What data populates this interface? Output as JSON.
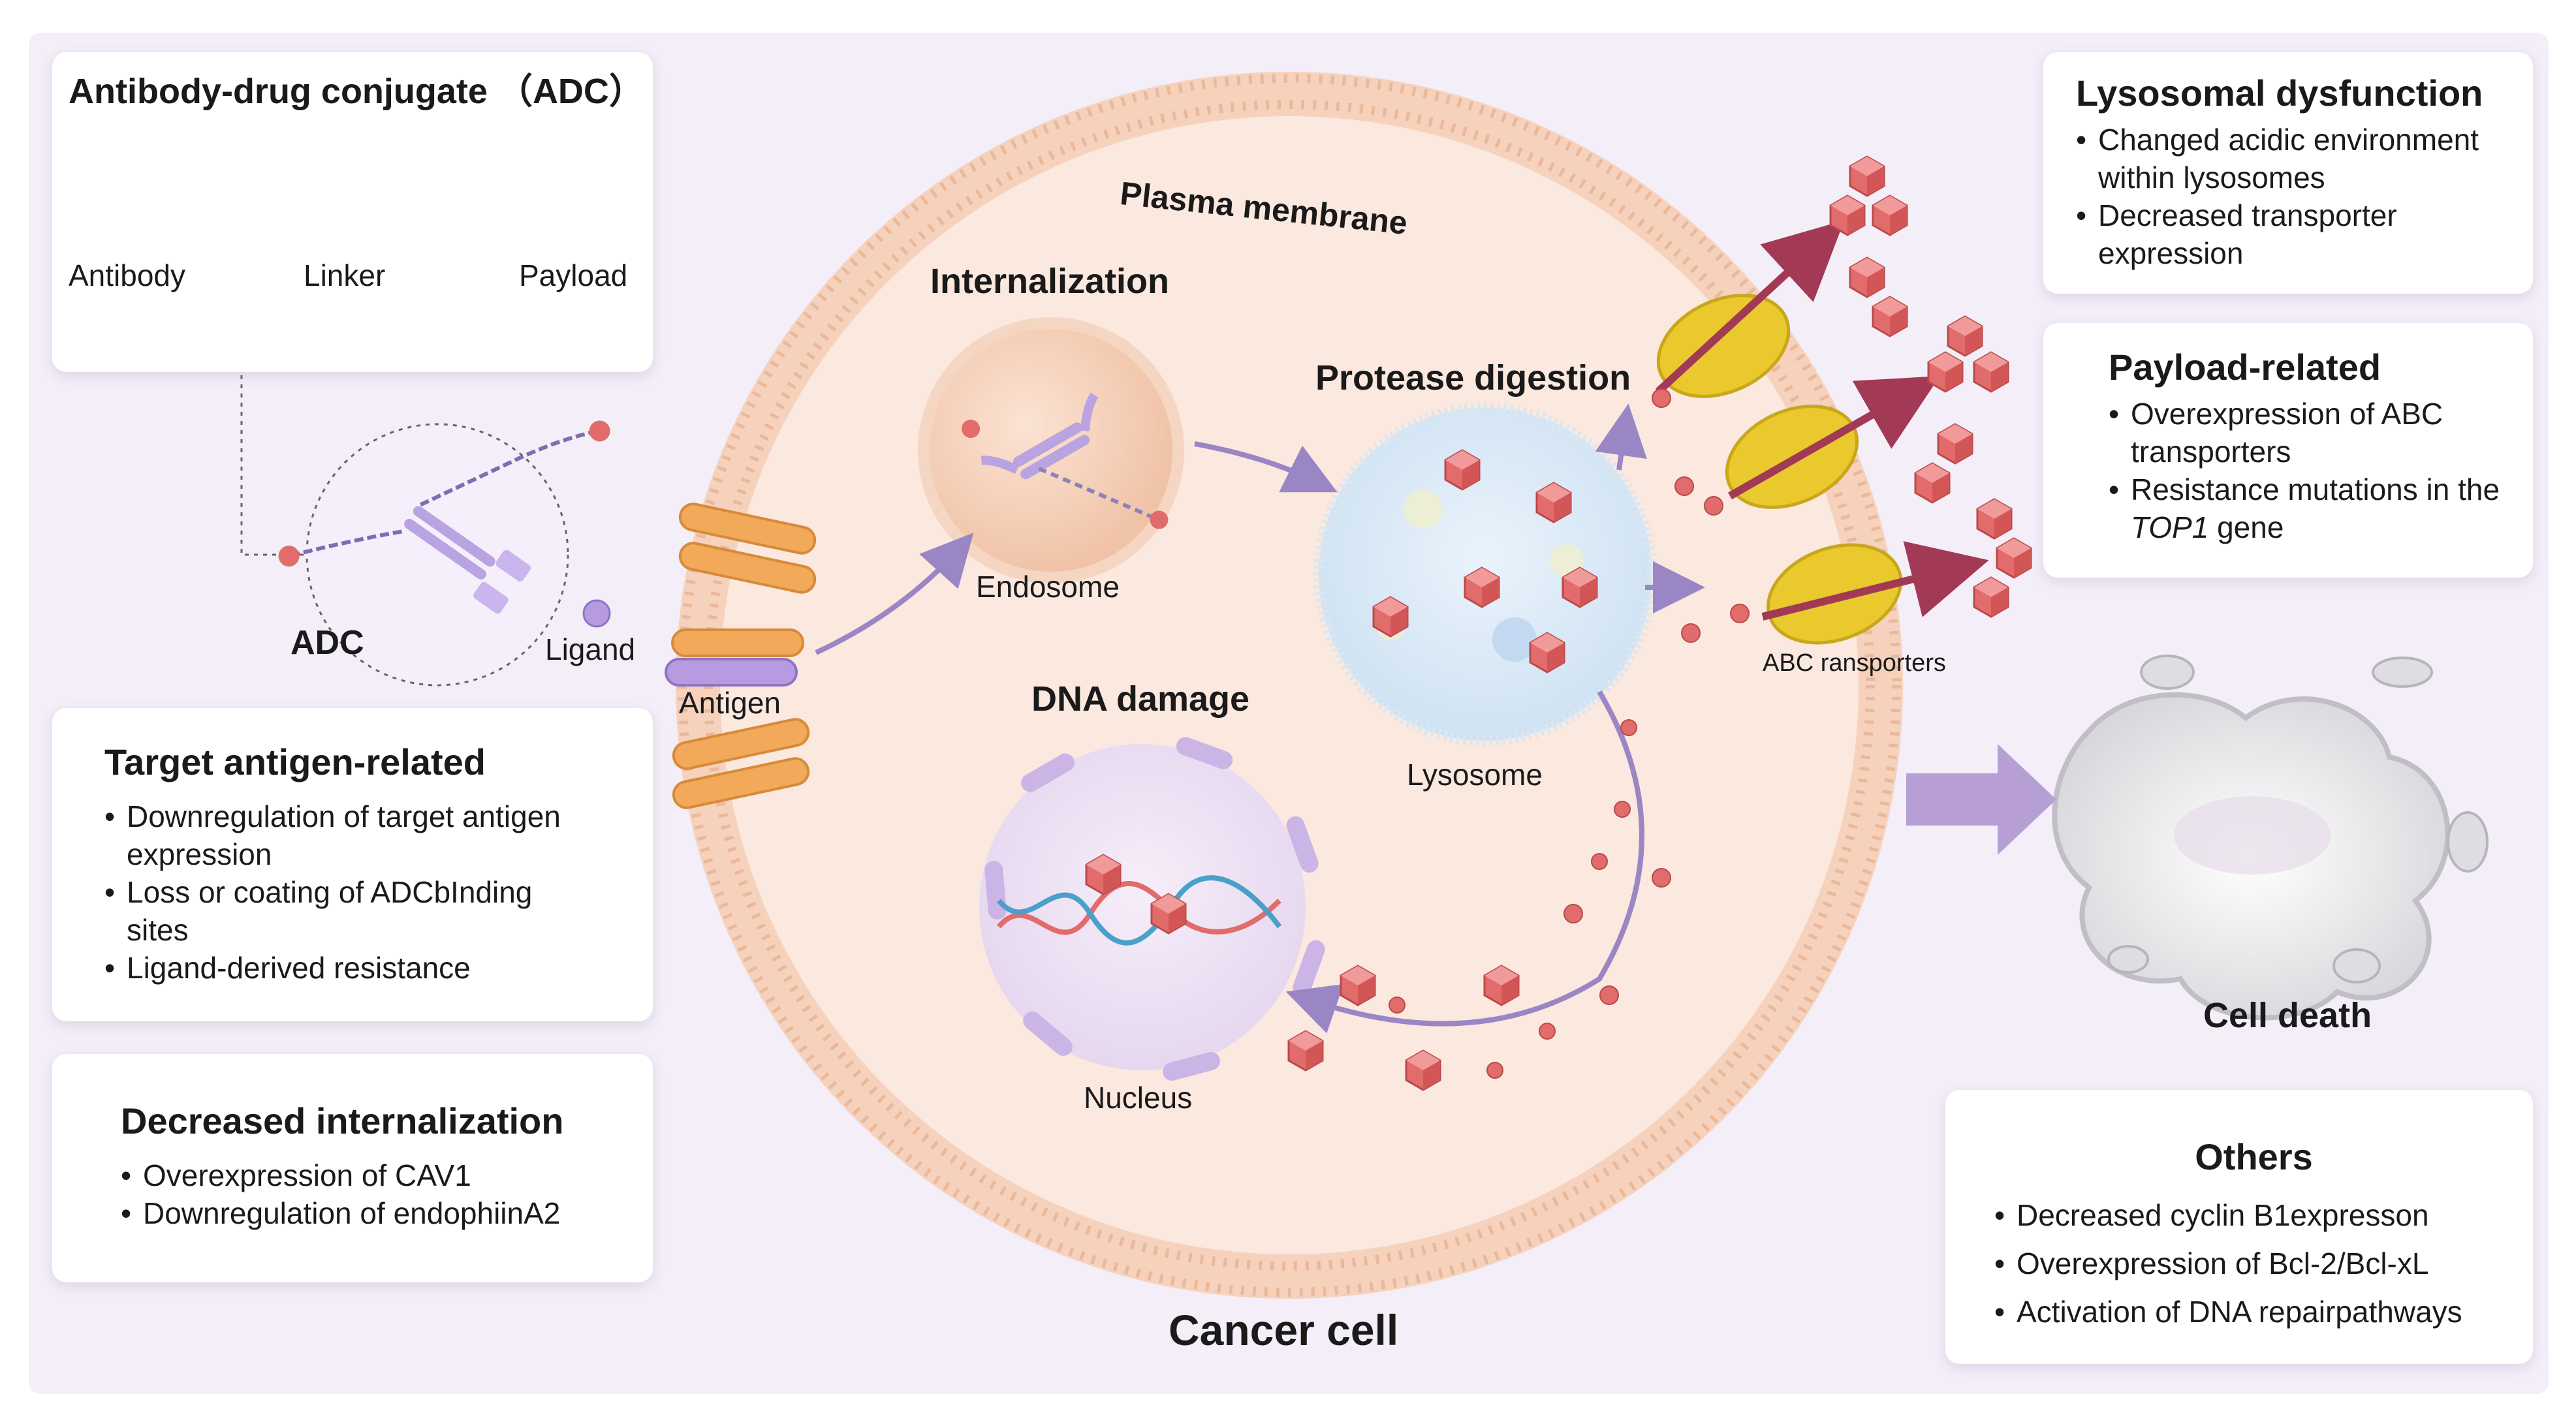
{
  "adc_panel": {
    "title": "Antibody-drug conjugate （ADC）",
    "antibody": "Antibody",
    "linker": "Linker",
    "payload": "Payload"
  },
  "labels": {
    "adc": "ADC",
    "ligand": "Ligand",
    "antigen": "Antigen",
    "plasma_membrane": "Plasma membrane",
    "internalization": "Internalization",
    "endosome": "Endosome",
    "protease_digestion": "Protease digestion",
    "lysosome": "Lysosome",
    "dna_damage": "DNA damage",
    "nucleus": "Nucleus",
    "abc_transporters": "ABC ransporters",
    "cancer_cell": "Cancer cell",
    "cell_death": "Cell death"
  },
  "target_antigen": {
    "title": "Target antigen-related",
    "items": [
      "Downregulation of target antigen expression",
      "Loss or coating of ADCbInding sites",
      "Ligand-derived resistance"
    ]
  },
  "internalization_box": {
    "title": "Decreased internalization",
    "items": [
      "Overexpression of CAV1",
      "Downregulation of endophiinA2"
    ]
  },
  "lysosomal": {
    "title": "Lysosomal dysfunction",
    "items": [
      "Changed acidic environment within lysosomes",
      "Decreased transporter expression"
    ]
  },
  "payload_box": {
    "title": "Payload-related",
    "item1": "Overexpression of ABC transporters",
    "item2_pre": "Resistance mutations in the ",
    "item2_gene": "TOP1",
    "item2_post": " gene"
  },
  "others": {
    "title": "Others",
    "items": [
      "Decreased cyclin B1expresson",
      "Overexpression of Bcl-2/Bcl-xL",
      "Activation of DNA repairpathways"
    ]
  },
  "colors": {
    "background": "#f3eef8",
    "cell": "#fbe6dc",
    "membrane": "#f2c7ad",
    "antibody": "#b9a3e0",
    "payload": "#e26b6b",
    "transporter": "#e9c92e",
    "arrow": "#a23a55",
    "flow_arrow": "#9a86c4"
  }
}
